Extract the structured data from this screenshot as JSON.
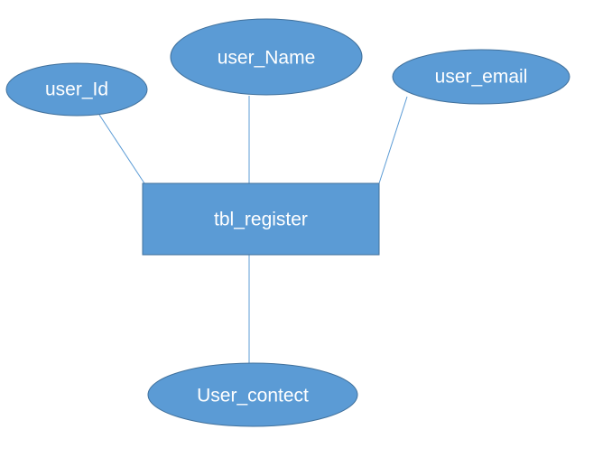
{
  "diagram": {
    "entity": {
      "label": "tbl_register"
    },
    "attributes": {
      "user_id": "user_Id",
      "user_name": "user_Name",
      "user_email": "user_email",
      "user_contact": "User_contect"
    }
  },
  "colors": {
    "shape_fill": "#5b9bd5",
    "shape_stroke": "#41719c",
    "connector": "#5b9bd5",
    "label_text": "#ffffff",
    "background": "#ffffff"
  }
}
